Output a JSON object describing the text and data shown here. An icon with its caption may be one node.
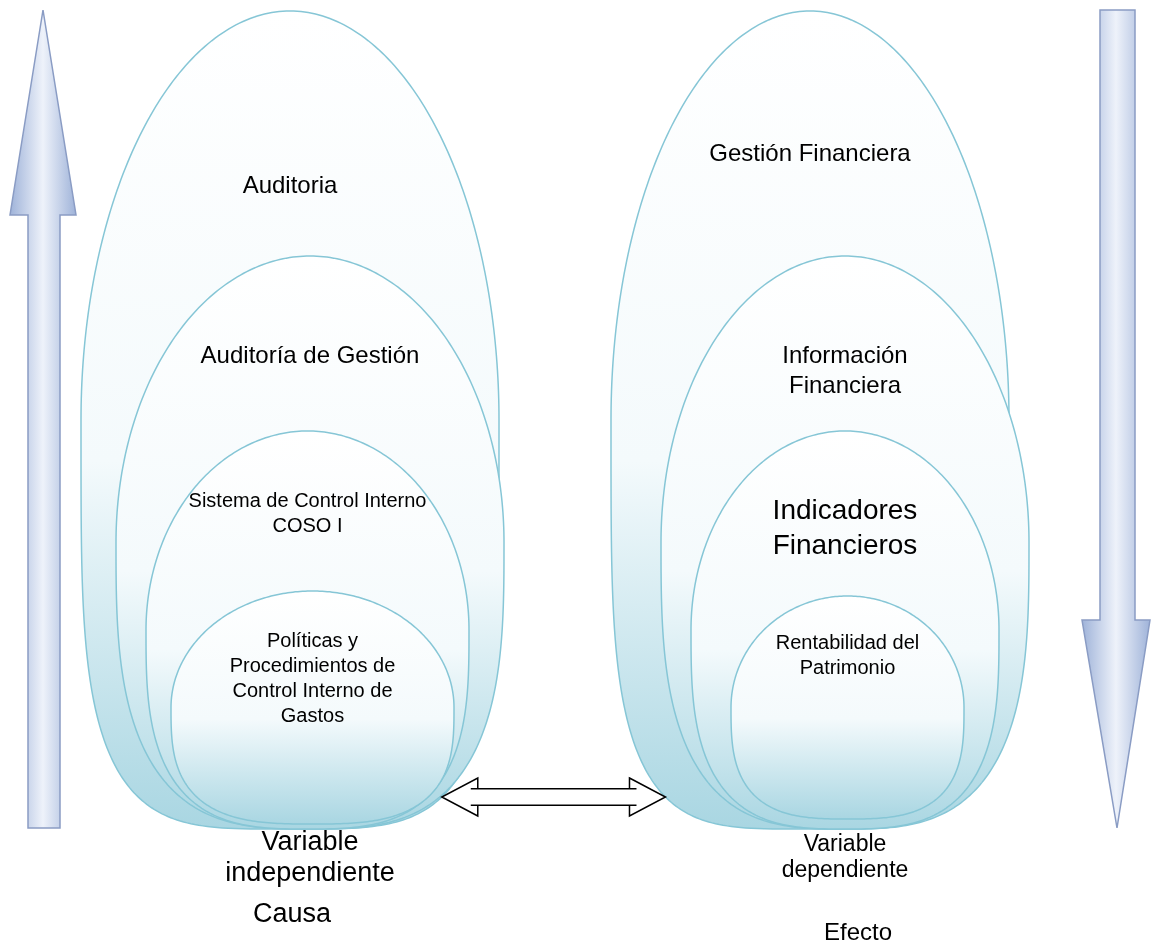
{
  "diagram": {
    "nodes": [
      {
        "text": [
          "Auditoria"
        ],
        "beside": [
          "Variable independiente",
          "Causa"
        ]
      },
      {
        "text": [
          "Auditoría de Gestión"
        ],
        "in": 0
      },
      {
        "text": [
          "Sistema de Control Interno COSO I"
        ],
        "in": 1
      },
      {
        "text": [
          "Políticas y Procedimientos de Control Interno de Gastos"
        ],
        "in": 2
      },
      {
        "text": [
          "Gestión Financiera"
        ],
        "beside": [
          "Variable dependiente",
          "Efecto"
        ]
      },
      {
        "text": [
          "Información Financiera"
        ],
        "in": 4
      },
      {
        "text": [
          "Indicadores Financieros"
        ],
        "in": 5
      },
      {
        "text": [
          "Rentabilidad del Patrimonio"
        ],
        "in": 6
      }
    ],
    "edges": [
      {
        "from": 0,
        "to": 4,
        "arrow": "both"
      }
    ]
  }
}
